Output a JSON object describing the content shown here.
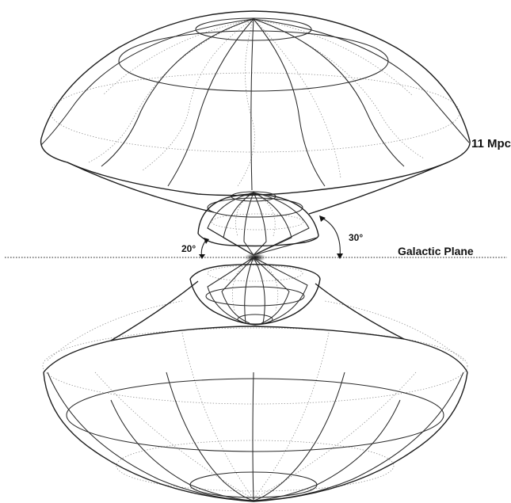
{
  "labels": {
    "outer_radius": "11 Mpc",
    "plane": "Galactic Plane",
    "inner_angle": "20°",
    "outer_angle": "30°"
  }
}
